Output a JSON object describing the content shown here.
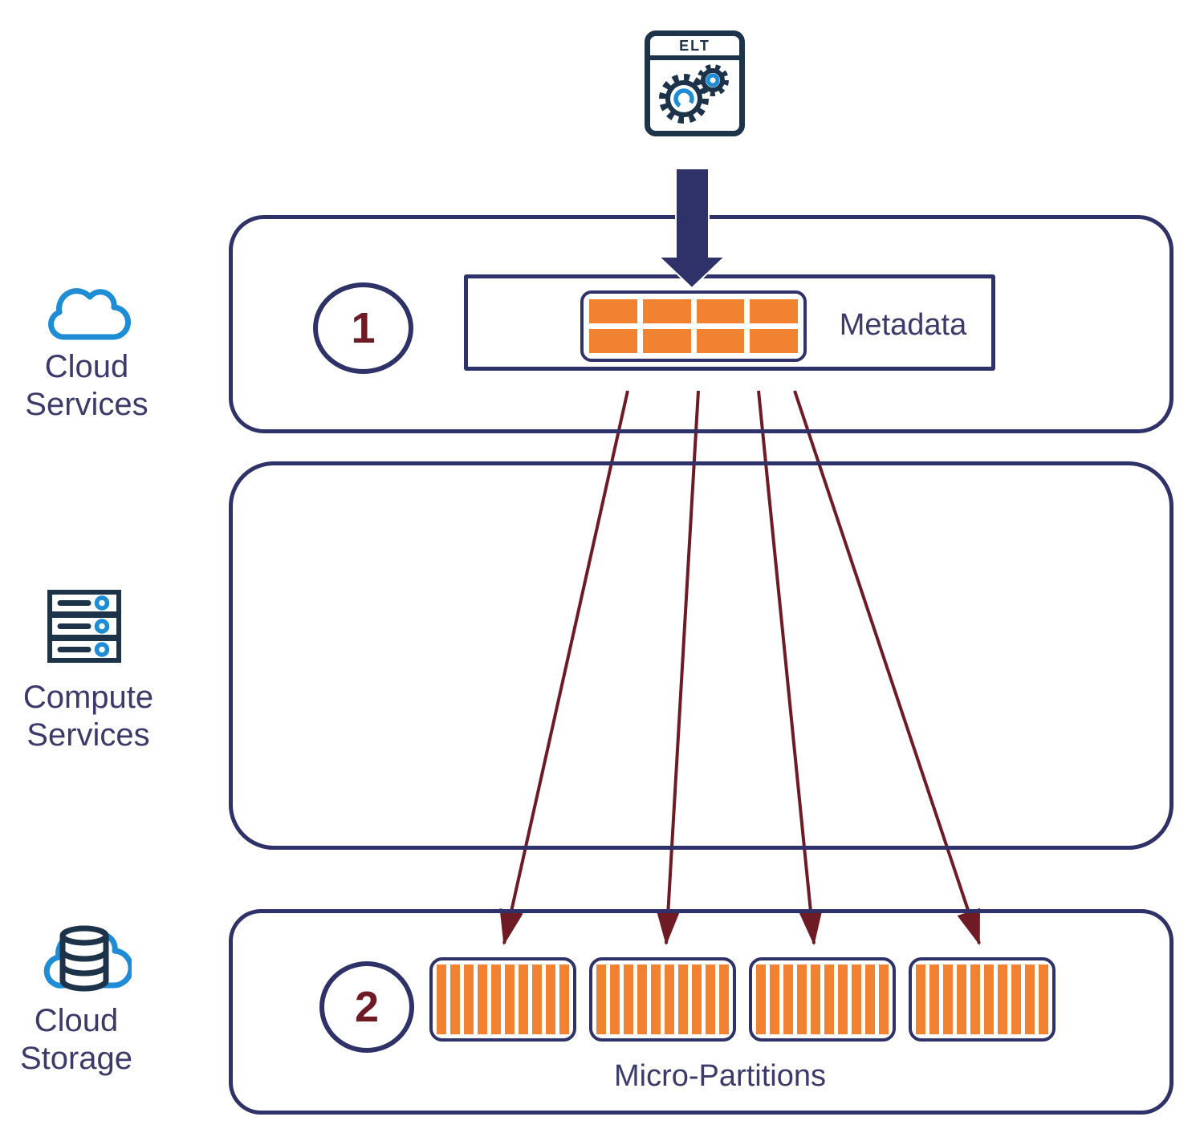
{
  "colors": {
    "box-navy": "#2f3268",
    "text-navy": "#3b3a6b",
    "maroon": "#6e1b26",
    "orange": "#f08231",
    "icon-dark": "#1d3349",
    "icon-blue": "#1e8dd6",
    "white": "#ffffff"
  },
  "elt": {
    "label": "ELT",
    "icon": "window-gears-icon"
  },
  "layers": [
    {
      "label": "Cloud Services",
      "icon": "cloud-icon"
    },
    {
      "label": "Compute Services",
      "icon": "server-icon"
    },
    {
      "label": "Cloud Storage",
      "icon": "cloud-database-icon"
    }
  ],
  "metadata": {
    "step": "1",
    "label": "Metadata",
    "table": {
      "rows": 2,
      "cols": 4
    }
  },
  "storage": {
    "step": "2",
    "label": "Micro-Partitions",
    "partition_count": 4,
    "fanout_arrow_count": 4
  }
}
